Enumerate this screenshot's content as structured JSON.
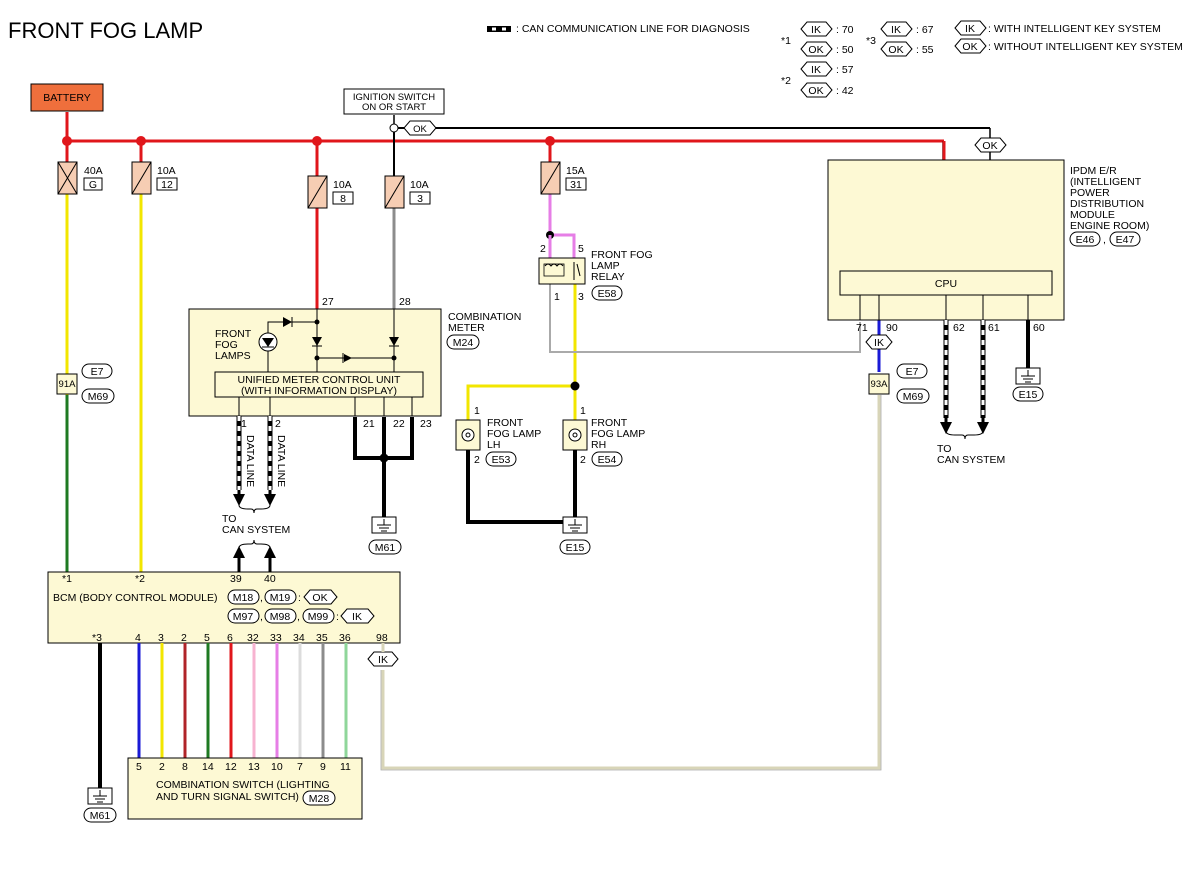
{
  "title": "FRONT FOG LAMP",
  "legend": {
    "can_line": ": CAN COMMUNICATION LINE FOR DIAGNOSIS",
    "ik": "IK",
    "ok": "OK",
    "ik_desc": ": WITH INTELLIGENT KEY SYSTEM",
    "ok_desc": ": WITHOUT INTELLIGENT KEY SYSTEM",
    "star1": "*1",
    "star2": "*2",
    "star3": "*3",
    "n1_ik": ": 70",
    "n1_ok": ": 50",
    "n2_ik": ": 57",
    "n2_ok": ": 42",
    "n3_ik": ": 67",
    "n3_ok": ": 55"
  },
  "battery": "BATTERY",
  "ignition": {
    "line1": "IGNITION SWITCH",
    "line2": "ON OR START",
    "tag": "OK"
  },
  "fuses": [
    {
      "amp": "40A",
      "num": "G"
    },
    {
      "amp": "10A",
      "num": "12"
    },
    {
      "amp": "10A",
      "num": "8"
    },
    {
      "amp": "10A",
      "num": "3"
    },
    {
      "amp": "15A",
      "num": "31"
    }
  ],
  "ipdm": {
    "l1": "IPDM E/R",
    "l2": "(INTELLIGENT",
    "l3": "POWER",
    "l4": "DISTRIBUTION",
    "l5": "MODULE",
    "l6": "ENGINE ROOM)",
    "c1": "E46",
    "comma": ",",
    "c2": "E47",
    "cpu": "CPU",
    "ok_tag": "OK",
    "pins": [
      "71",
      "90",
      "62",
      "61",
      "60"
    ],
    "ik_tag": "IK",
    "to1": "TO",
    "to2": "CAN SYSTEM",
    "ground": "E15"
  },
  "relay": {
    "l1": "FRONT FOG",
    "l2": "LAMP",
    "l3": "RELAY",
    "conn": "E58",
    "pins": [
      "2",
      "5",
      "1",
      "3"
    ]
  },
  "meter": {
    "l1": "COMBINATION",
    "l2": "METER",
    "conn": "M24",
    "pins_top": [
      "27",
      "28"
    ],
    "lamps1": "FRONT",
    "lamps2": "FOG",
    "lamps3": "LAMPS",
    "unit1": "UNIFIED METER CONTROL UNIT",
    "unit2": "(WITH INFORMATION DISPLAY)",
    "pins_bottom": [
      "1",
      "2",
      "21",
      "22",
      "23"
    ],
    "data1": "DATA LINE",
    "data2": "DATA LINE",
    "to1": "TO",
    "to2": "CAN SYSTEM",
    "ground": "M61"
  },
  "fog_lh": {
    "l1": "FRONT",
    "l2": "FOG LAMP",
    "l3": "LH",
    "conn": "E53",
    "pin1": "1",
    "pin2": "2"
  },
  "fog_rh": {
    "l1": "FRONT",
    "l2": "FOG LAMP",
    "l3": "RH",
    "conn": "E54",
    "pin1": "1",
    "pin2": "2"
  },
  "ground_e15": "E15",
  "joint_91a": {
    "label": "91A",
    "c1": "E7",
    "c2": "M69"
  },
  "joint_93a": {
    "label": "93A",
    "c1": "E7",
    "c2": "M69"
  },
  "bcm": {
    "label": "BCM (BODY CONTROL MODULE)",
    "c1": "M18",
    "c2": "M19",
    "ok": "OK",
    "c3": "M97",
    "c4": "M98",
    "c5": "M99",
    "ik": "IK",
    "comma": ",",
    "colon": ":",
    "top_pins": [
      "*1",
      "*2",
      "39",
      "40"
    ],
    "bottom_pins": [
      "*3",
      "4",
      "3",
      "2",
      "5",
      "6",
      "32",
      "33",
      "34",
      "35",
      "36",
      "98"
    ],
    "ik98": "IK",
    "ground": "M61"
  },
  "combo_switch": {
    "l1": "COMBINATION SWITCH (LIGHTING",
    "l2": "AND TURN SIGNAL SWITCH)",
    "conn": "M28",
    "pins": [
      "5",
      "2",
      "8",
      "14",
      "12",
      "13",
      "10",
      "7",
      "9",
      "11"
    ]
  },
  "colors": {
    "red": "#e0161b",
    "yellow": "#f2e600",
    "green": "#1e7a22",
    "blue": "#1a1ad6",
    "brown": "#b02428",
    "pink": "#f7b3d0",
    "violet": "#e67ee6",
    "gray": "#8c8c8c",
    "lightgreen": "#8fd69a",
    "ivory": "#d8d5b8",
    "black": "#000000",
    "battery": "#ef6f3c",
    "fuse": "#f6cdb3",
    "module": "#fdf9d4"
  }
}
